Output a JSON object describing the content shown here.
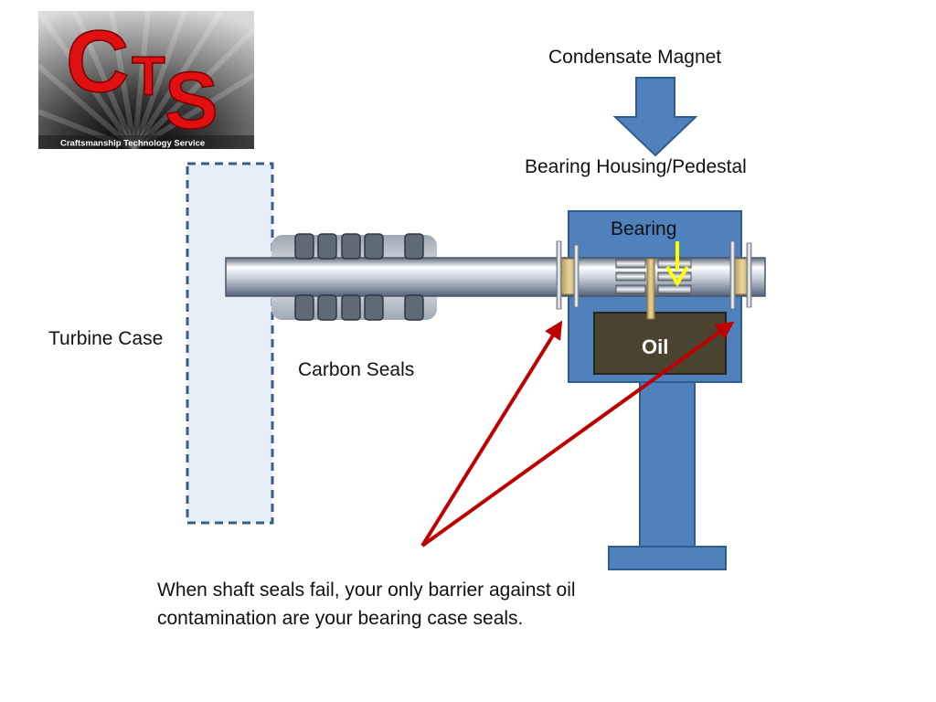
{
  "logo": {
    "letters": "CTS",
    "tagline": "Craftsmanship   Technology   Service"
  },
  "labels": {
    "condensate_magnet": "Condensate Magnet",
    "bearing_housing": "Bearing Housing/Pedestal",
    "bearing": "Bearing",
    "oil": "Oil",
    "turbine_case": "Turbine Case",
    "carbon_seals": "Carbon Seals"
  },
  "caption": "When shaft seals fail, your only barrier against oil contamination are your bearing case seals.",
  "colors": {
    "housing_blue": "#4f81bd",
    "housing_border": "#2f5d8f",
    "oil_fill": "#4a4330",
    "arrow_red": "#c00000",
    "indicator_yellow": "#ffff00",
    "turbine_case_fill": "#e6eef8",
    "turbine_case_border": "#385d8a"
  }
}
